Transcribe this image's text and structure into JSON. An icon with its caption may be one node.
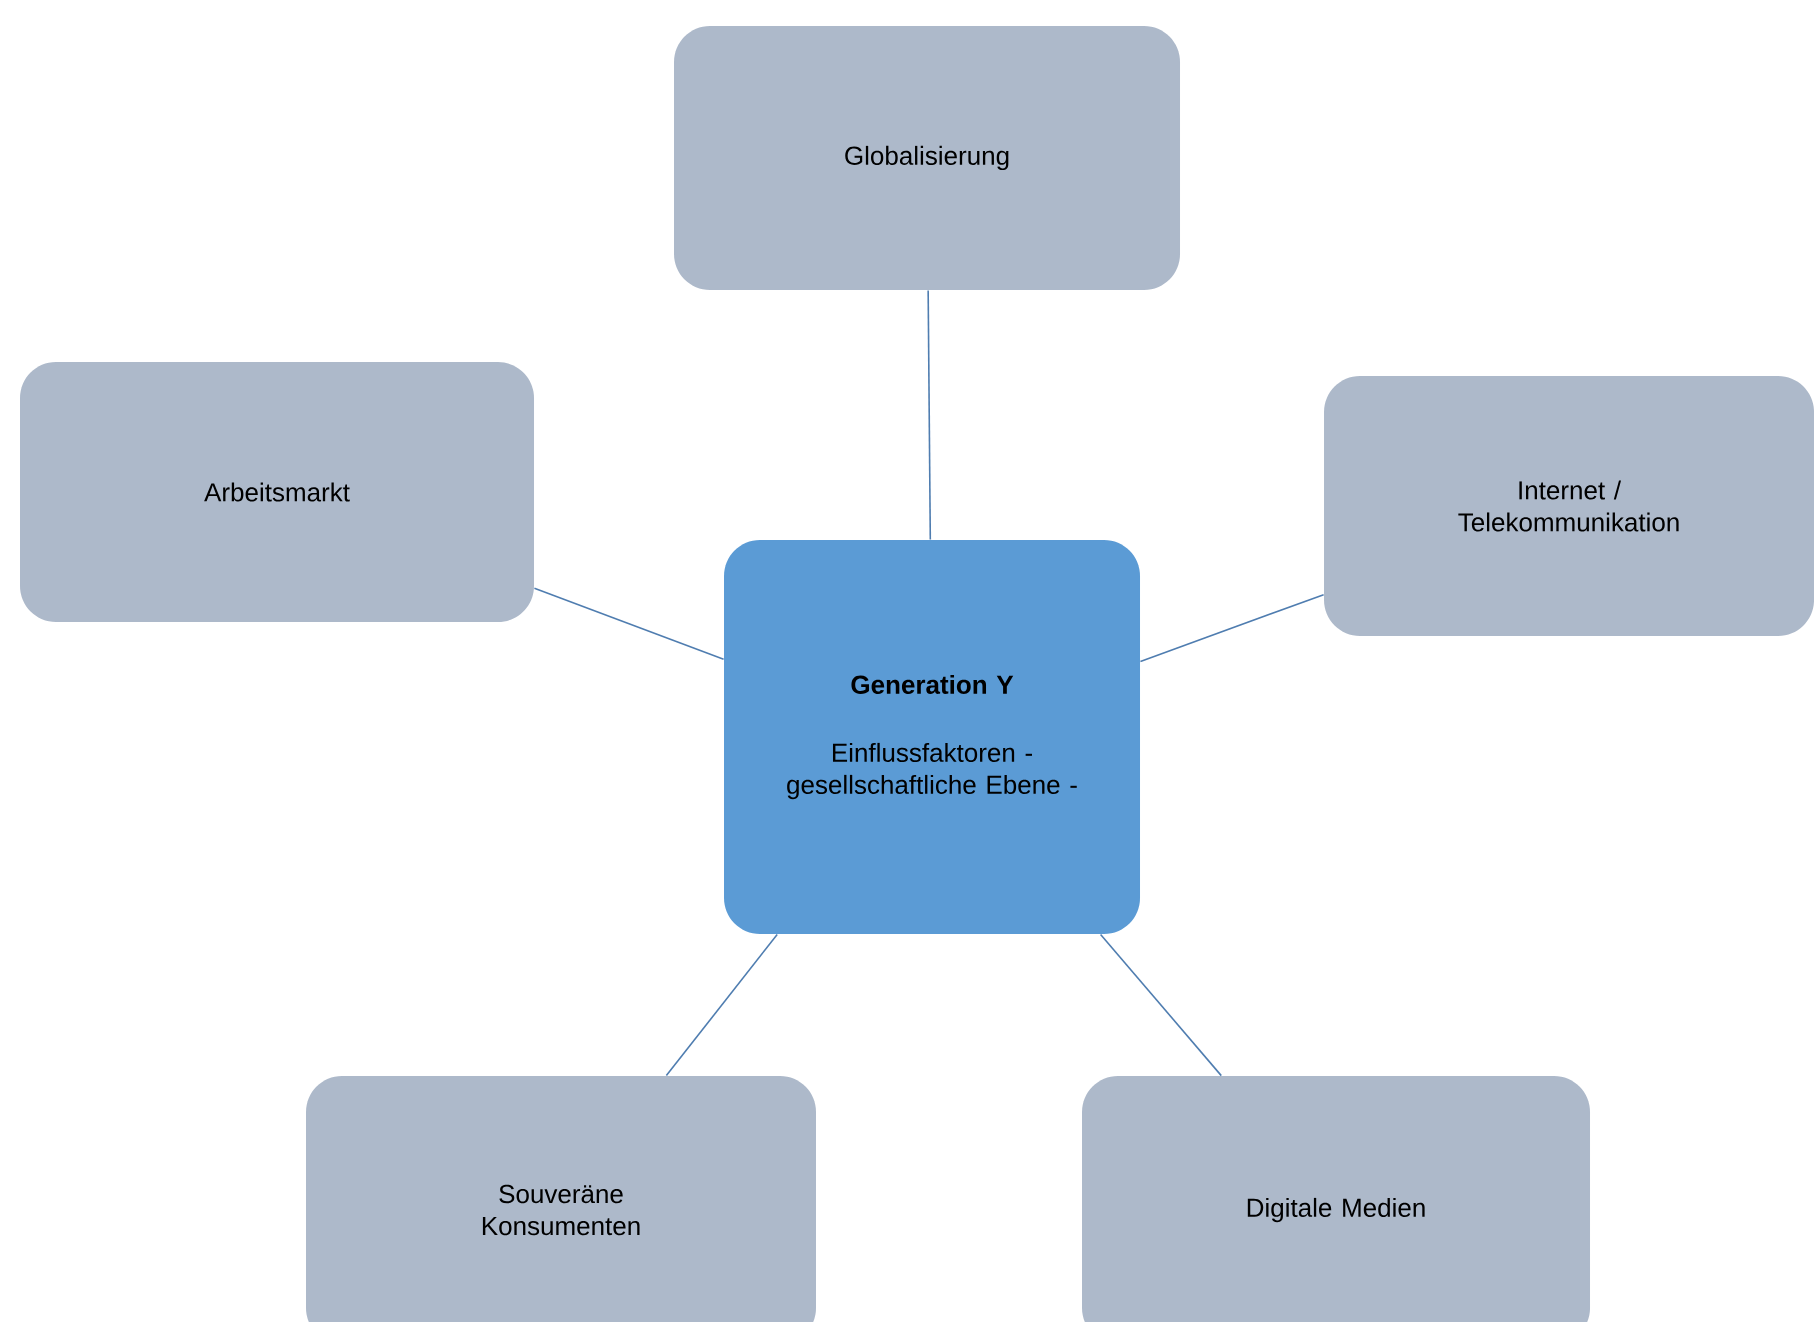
{
  "diagram": {
    "nodes": [
      {
        "text": [
          "Globalisierung"
        ]
      },
      {
        "text": [
          "Arbeitsmarkt"
        ]
      },
      {
        "text": [
          "Internet / Telekommunikation"
        ]
      },
      {
        "text": [
          "Generation Y",
          "Einflussfaktoren - gesellschaftliche Ebene -"
        ]
      },
      {
        "text": [
          "Souveräne Konsumenten"
        ]
      },
      {
        "text": [
          "Digitale Medien"
        ]
      }
    ],
    "edges": [
      {
        "from": 3,
        "to": 0,
        "arrow": "none"
      },
      {
        "from": 3,
        "to": 1,
        "arrow": "none"
      },
      {
        "from": 3,
        "to": 2,
        "arrow": "none"
      },
      {
        "from": 3,
        "to": 4,
        "arrow": "none"
      },
      {
        "from": 3,
        "to": 5,
        "arrow": "none"
      }
    ]
  }
}
